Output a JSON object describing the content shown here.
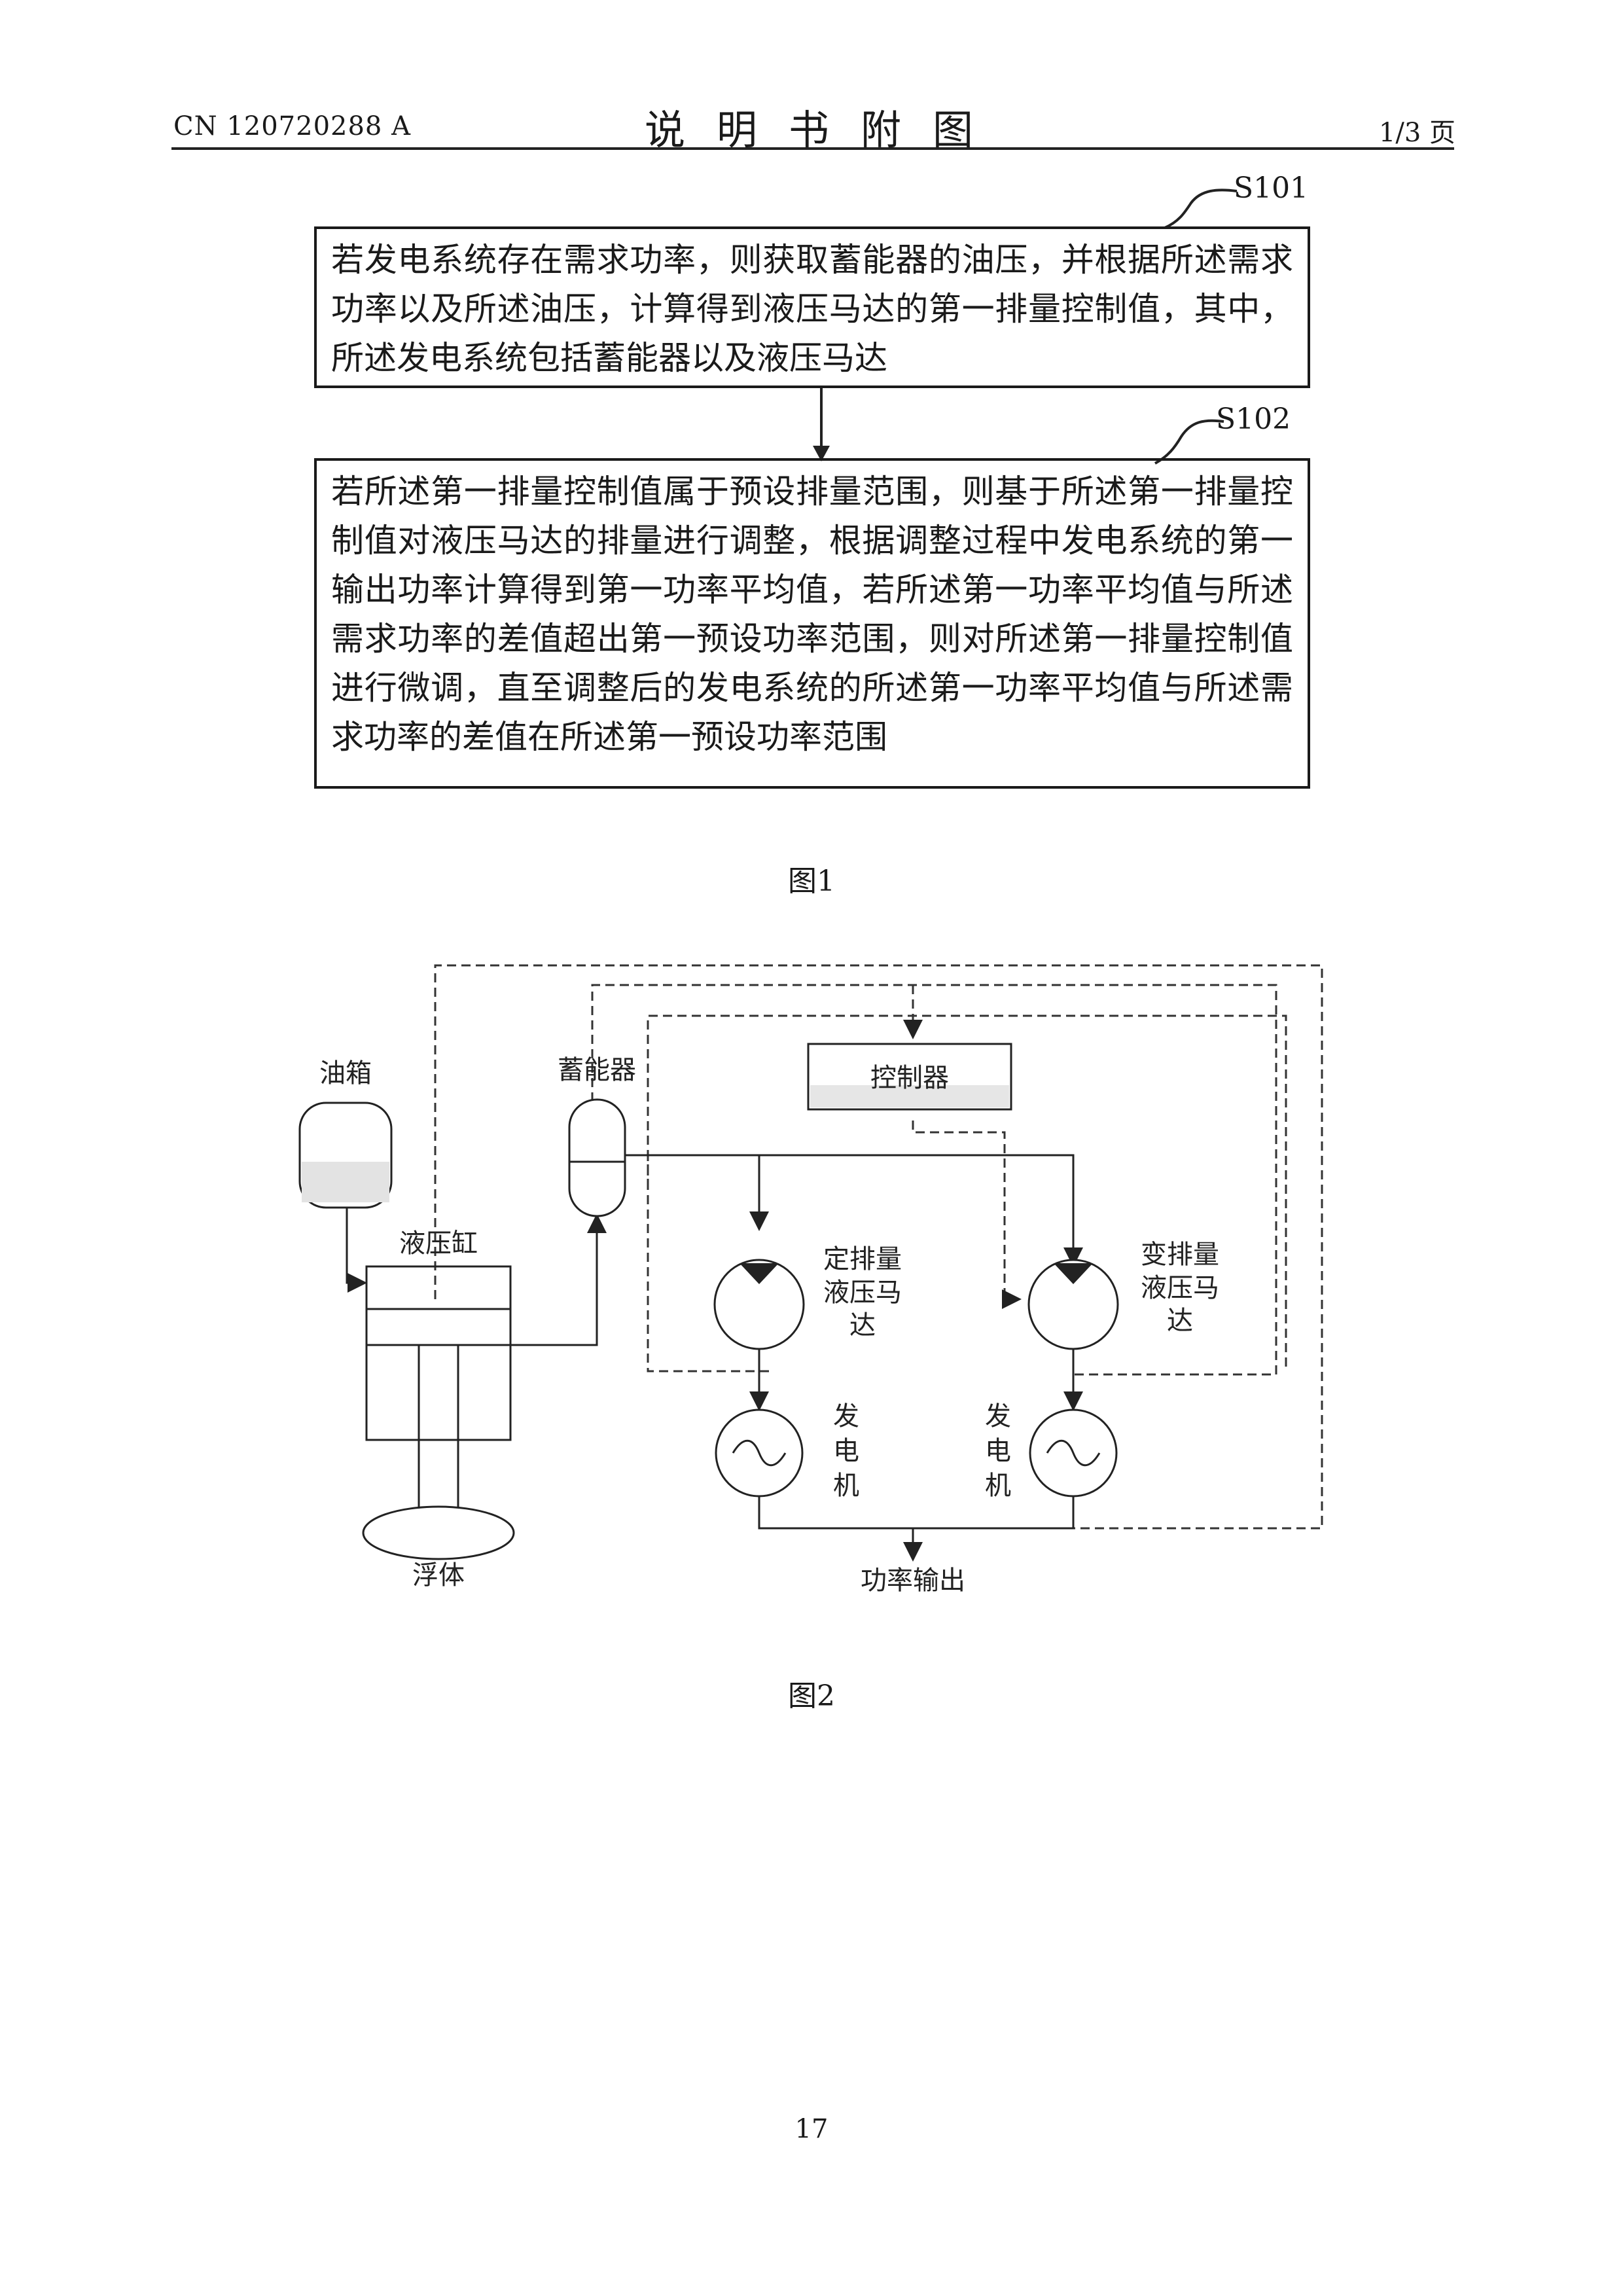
{
  "header": {
    "doc_number": "CN 120720288 A",
    "title": "说明书附图",
    "page_ratio": "1/3 页"
  },
  "figure1": {
    "caption": "图1",
    "steps": [
      {
        "label": "S101",
        "text": "若发电系统存在需求功率，则获取蓄能器的油压，并根据所述需求功率以及所述油压，计算得到液压马达的第一排量控制值，其中，所述发电系统包括蓄能器以及液压马达"
      },
      {
        "label": "S102",
        "text": "若所述第一排量控制值属于预设排量范围，则基于所述第一排量控制值对液压马达的排量进行调整，根据调整过程中发电系统的第一输出功率计算得到第一功率平均值，若所述第一功率平均值与所述需求功率的差值超出第一预设功率范围，则对所述第一排量控制值进行微调，直至调整后的发电系统的所述第一功率平均值与所述需求功率的差值在所述第一预设功率范围"
      }
    ]
  },
  "figure2": {
    "caption": "图2",
    "labels": {
      "oil_tank": "油箱",
      "accumulator": "蓄能器",
      "controller": "控制器",
      "hydraulic_cylinder": "液压缸",
      "float": "浮体",
      "fixed_motor_l1": "定排量",
      "fixed_motor_l2": "液压马",
      "fixed_motor_l3": "达",
      "var_motor_l1": "变排量",
      "var_motor_l2": "液压马",
      "var_motor_l3": "达",
      "gen_left_l1": "发",
      "gen_left_l2": "电",
      "gen_left_l3": "机",
      "gen_right_l1": "发",
      "gen_right_l2": "电",
      "gen_right_l3": "机",
      "power_output": "功率输出"
    }
  },
  "page_number": "17"
}
